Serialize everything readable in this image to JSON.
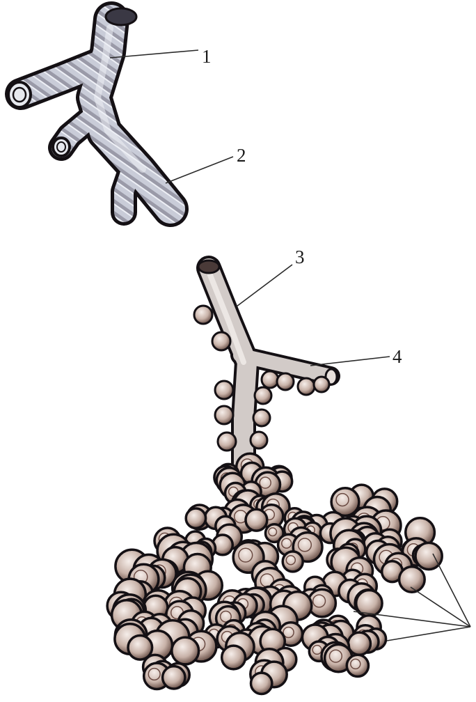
{
  "labels": {
    "bronchus": "1",
    "bronchiole": "2",
    "terminal_bronchiole": "3",
    "alveolar_duct": "4"
  },
  "colors": {
    "background": "#ffffff",
    "bronchus_fill": "#c9ccd8",
    "bronchus_highlight": "#eef0f6",
    "bronchus_shadow": "#5c5a66",
    "alveolus_fill": "#c8b2a8",
    "alveolus_highlight": "#f6eeea",
    "alveolus_shadow": "#5a4038",
    "outline": "#141014",
    "text": "#1a1a1a"
  }
}
